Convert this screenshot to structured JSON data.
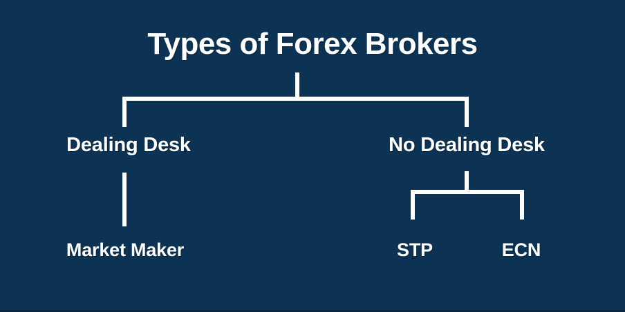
{
  "diagram": {
    "title": "Types of Forex Brokers",
    "background_color": "#0d3354",
    "line_color": "#ffffff",
    "text_color": "#ffffff",
    "levels": [
      {
        "level": 1,
        "nodes": [
          {
            "id": "root",
            "label": "Types of Forex Brokers"
          }
        ]
      },
      {
        "level": 2,
        "nodes": [
          {
            "id": "dealing-desk",
            "label": "Dealing Desk",
            "parent": "root"
          },
          {
            "id": "no-dealing-desk",
            "label": "No Dealing Desk",
            "parent": "root"
          }
        ]
      },
      {
        "level": 3,
        "nodes": [
          {
            "id": "market-maker",
            "label": "Market Maker",
            "parent": "dealing-desk"
          },
          {
            "id": "stp",
            "label": "STP",
            "parent": "no-dealing-desk"
          },
          {
            "id": "ecn",
            "label": "ECN",
            "parent": "no-dealing-desk"
          }
        ]
      }
    ],
    "labels": {
      "root": "Types of Forex Brokers",
      "dealing_desk": "Dealing Desk",
      "no_dealing_desk": "No Dealing Desk",
      "market_maker": "Market Maker",
      "stp": "STP",
      "ecn": "ECN"
    }
  }
}
